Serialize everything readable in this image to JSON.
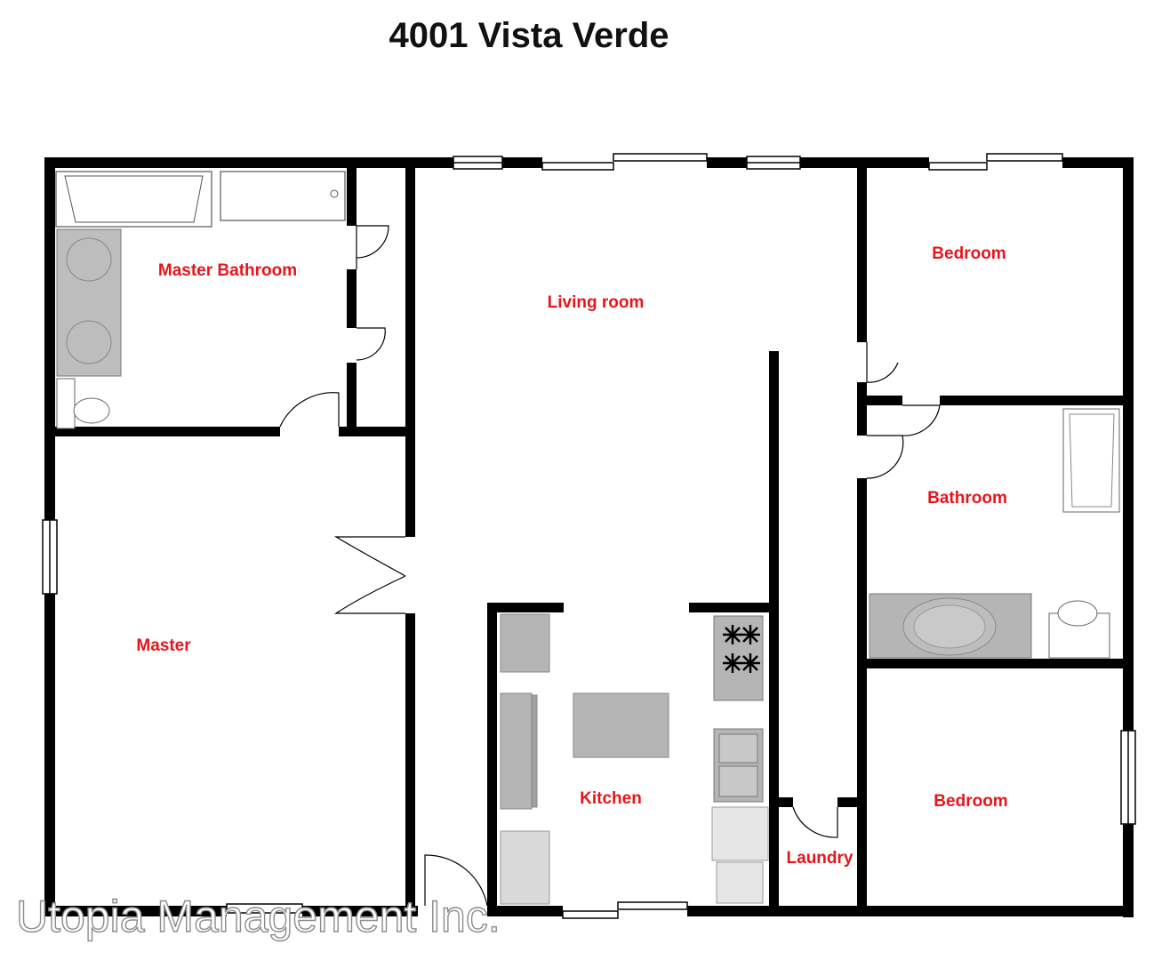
{
  "title": "4001 Vista Verde",
  "colors": {
    "wall": "#000000",
    "label": "#e8141b",
    "fixture": "#bdbdbd",
    "window": "#ffffff"
  },
  "rooms": {
    "master_bathroom": "Master Bathroom",
    "living_room": "Living room",
    "bedroom_top": "Bedroom",
    "bathroom": "Bathroom",
    "master": "Master",
    "kitchen": "Kitchen",
    "laundry": "Laundry",
    "bedroom_bottom": "Bedroom"
  },
  "watermark": "Utopia Management Inc."
}
